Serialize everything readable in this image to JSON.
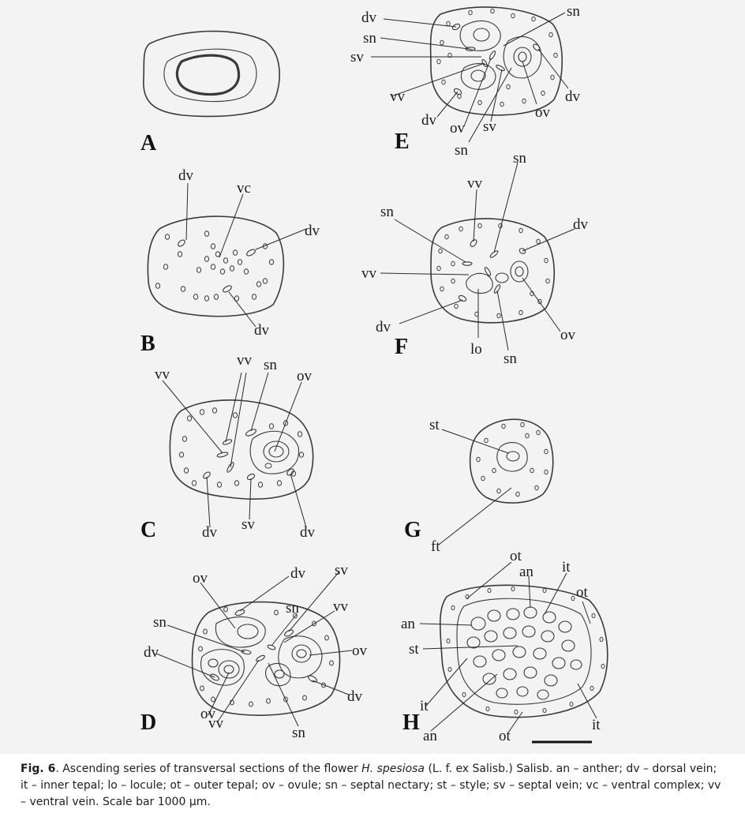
{
  "figure": {
    "panels": [
      {
        "id": "A",
        "labels": []
      },
      {
        "id": "B",
        "labels": [
          "dv",
          "vc",
          "dv",
          "dv"
        ]
      },
      {
        "id": "C",
        "labels": [
          "vv",
          "vv",
          "sn",
          "ov",
          "dv",
          "sv",
          "dv"
        ]
      },
      {
        "id": "D",
        "labels": [
          "ov",
          "dv",
          "sv",
          "sn",
          "vv",
          "sn",
          "dv",
          "ov",
          "dv",
          "ov",
          "vv",
          "sn"
        ]
      },
      {
        "id": "E",
        "labels": [
          "dv",
          "sn",
          "sv",
          "vv",
          "dv",
          "ov",
          "sv",
          "sn",
          "ov",
          "dv",
          "sn"
        ]
      },
      {
        "id": "F",
        "labels": [
          "sn",
          "vv",
          "sn",
          "dv",
          "vv",
          "dv",
          "lo",
          "sn",
          "ov"
        ]
      },
      {
        "id": "G",
        "labels": [
          "st",
          "ft"
        ]
      },
      {
        "id": "H",
        "labels": [
          "ot",
          "an",
          "it",
          "ot",
          "an",
          "st",
          "it",
          "an",
          "ot",
          "it"
        ]
      }
    ],
    "scale_bar_length": "1000 μm"
  },
  "caption": {
    "fig_label": "Fig. 6",
    "text_before_species": ". Ascending series of transversal sections of the flower ",
    "species": "H. spesiosa",
    "text_after_species": " (L. f. ex Salisb.) Salisb. an – anther; dv – dorsal vein; it – inner tepal; lo – locule; ot – outer tepal; ov – ovule; sn – septal nectary; st – style; sv – septal vein; vc – ventral complex; vv – ventral vein. Scale bar 1000 μm."
  }
}
